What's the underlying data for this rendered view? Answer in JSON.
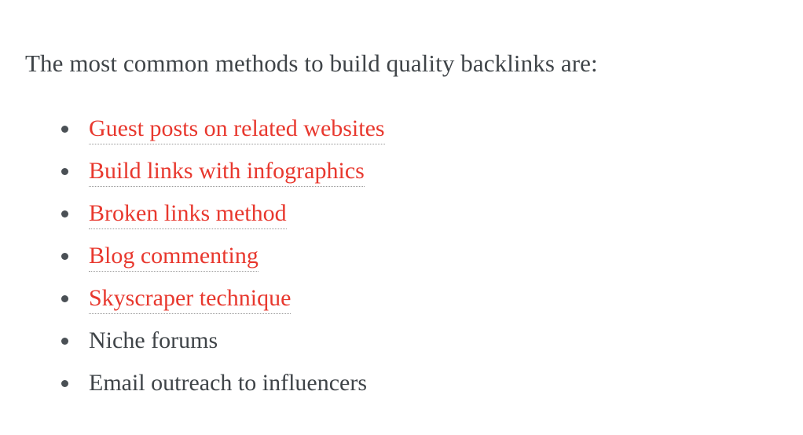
{
  "colors": {
    "background": "#ffffff",
    "body_text": "#3f4448",
    "link_red": "#e8382e",
    "bullet": "#4a5055",
    "underline_dotted": "#9a9a9a"
  },
  "content": {
    "intro_paragraph": "The most common methods to build quality backlinks are:",
    "list": [
      {
        "label": "Guest posts on related websites",
        "is_link": true
      },
      {
        "label": "Build links with infographics",
        "is_link": true
      },
      {
        "label": "Broken links method",
        "is_link": true
      },
      {
        "label": "Blog commenting",
        "is_link": true
      },
      {
        "label": "Skyscraper technique",
        "is_link": true
      },
      {
        "label": "Niche forums",
        "is_link": false
      },
      {
        "label": "Email outreach to influencers",
        "is_link": false
      }
    ]
  }
}
